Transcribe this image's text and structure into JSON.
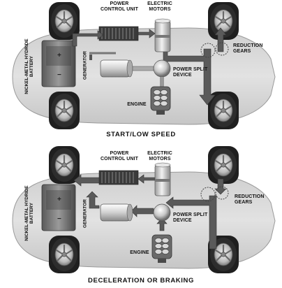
{
  "panels": [
    {
      "caption": "START/LOW SPEED",
      "labels": {
        "power_control_unit": "POWER CONTROL UNIT",
        "electric_motors": "ELECTRIC MOTORS",
        "reduction_gears": "REDUCTION GEARS",
        "power_split_device": "POWER SPLIT DEVICE",
        "engine": "ENGINE",
        "generator": "GENERATOR",
        "battery": "NICKEL-METAL HYDRIDE BATTERY"
      }
    },
    {
      "caption": "DECELERATION OR BRAKING",
      "labels": {
        "power_control_unit": "POWER CONTROL UNIT",
        "electric_motors": "ELECTRIC MOTORS",
        "reduction_gears": "REDUCTION GEARS",
        "power_split_device": "POWER SPLIT DEVICE",
        "engine": "ENGINE",
        "generator": "GENERATOR",
        "battery": "NICKEL-METAL HYDRIDE BATTERY"
      }
    }
  ],
  "colors": {
    "car_body": "#d9d9d9",
    "tire": "#2a2a2a",
    "flow_arrow": "#555555"
  }
}
